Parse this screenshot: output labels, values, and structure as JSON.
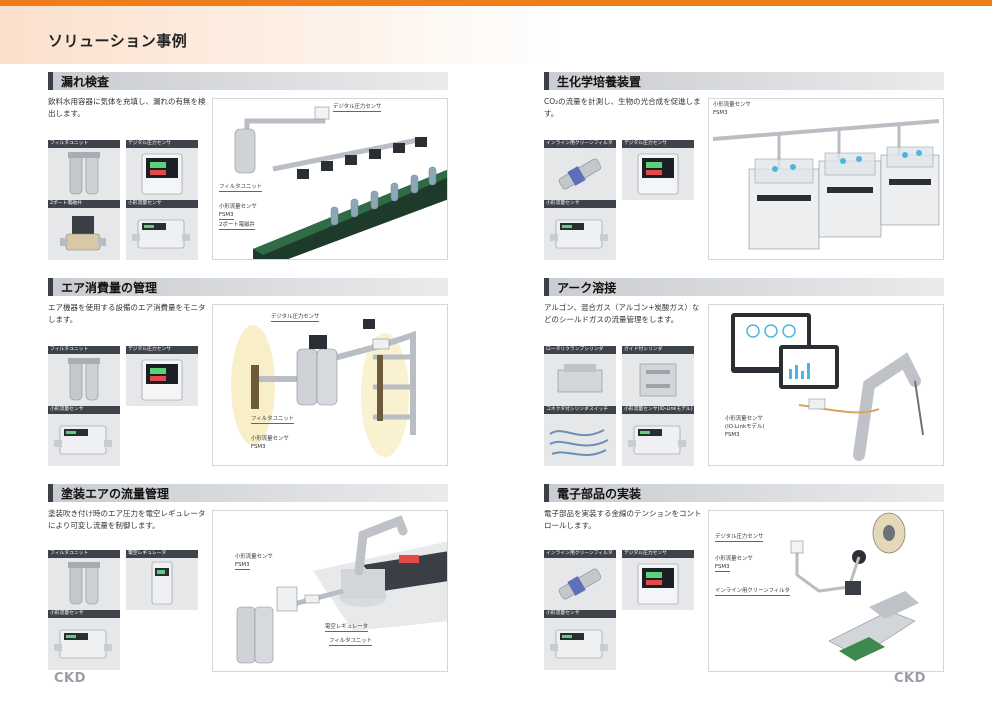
{
  "page": {
    "title": "ソリューション事例",
    "logo_left": "CKD",
    "logo_right": "CKD"
  },
  "colors": {
    "accent": "#ef7d1a",
    "header_bar": "#3a3f46",
    "label_bg": "#3e434b"
  },
  "sections": {
    "s1": {
      "title": "漏れ検査",
      "desc": "飲料水用容器に気体を充填し、漏れの有無を検出します。",
      "products": [
        {
          "label": "フィルタユニット",
          "icon": "filter-unit-icon"
        },
        {
          "label": "デジタル圧力センサ",
          "icon": "pressure-sensor-icon"
        },
        {
          "label": "2ポート電磁弁",
          "icon": "solenoid-valve-icon"
        },
        {
          "label": "小形流量センサ",
          "icon": "flow-sensor-icon"
        }
      ],
      "callouts": {
        "c1": "デジタル圧力センサ",
        "c2": "フィルタユニット",
        "c3": "小形流量センサ",
        "c3b": "FSM3",
        "c4": "2ポート電磁弁"
      }
    },
    "s2": {
      "title": "生化学培養装置",
      "desc": "CO₂の流量を計測し、生物の光合成を促進します。",
      "products": [
        {
          "label": "インライン用クリーンフィルタ",
          "icon": "inline-filter-icon"
        },
        {
          "label": "デジタル圧力センサ",
          "icon": "pressure-sensor-icon"
        },
        {
          "label": "小形流量センサ",
          "icon": "flow-sensor-icon"
        }
      ],
      "callouts": {
        "c1": "小形流量センサ",
        "c1b": "FSM3"
      }
    },
    "s3": {
      "title": "エア消費量の管理",
      "desc": "エア機器を使用する設備のエア消費量をモニタします。",
      "products": [
        {
          "label": "フィルタユニット",
          "icon": "filter-unit-icon"
        },
        {
          "label": "デジタル圧力センサ",
          "icon": "pressure-sensor-icon"
        },
        {
          "label": "小形流量センサ",
          "icon": "flow-sensor-icon"
        }
      ],
      "callouts": {
        "c1": "デジタル圧力センサ",
        "c2": "フィルタユニット",
        "c3": "小形流量センサ",
        "c3b": "FSM3"
      }
    },
    "s4": {
      "title": "アーク溶接",
      "desc": "アルゴン、混合ガス（アルゴン+炭酸ガス）などのシールドガスの流量管理をします。",
      "products": [
        {
          "label": "ロータリクランプシリンダ",
          "icon": "clamp-cylinder-icon"
        },
        {
          "label": "ガイド付シリンダ",
          "icon": "guided-cylinder-icon"
        },
        {
          "label": "コネクタ付シリンダスイッチ",
          "icon": "cylinder-switch-icon"
        },
        {
          "label": "小形流量センサ(IO-Linkモデル)",
          "icon": "flow-sensor-icon"
        }
      ],
      "callouts": {
        "c1": "小形流量センサ",
        "c1b": "(IO-Linkモデル)",
        "c1c": "FSM3"
      }
    },
    "s5": {
      "title": "塗装エアの流量管理",
      "desc": "塗装吹き付け時のエア圧力を電空レギュレータにより可変し流量を制御します。",
      "products": [
        {
          "label": "フィルタユニット",
          "icon": "filter-unit-icon"
        },
        {
          "label": "電空レギュレータ",
          "icon": "e-p-regulator-icon"
        },
        {
          "label": "小形流量センサ",
          "icon": "flow-sensor-icon"
        }
      ],
      "callouts": {
        "c1": "小形流量センサ",
        "c1b": "FSM3",
        "c2": "電空レギュレータ",
        "c3": "フィルタユニット"
      }
    },
    "s6": {
      "title": "電子部品の実装",
      "desc": "電子部品を実装する金線のテンションをコントロールします。",
      "products": [
        {
          "label": "インライン用クリーンフィルタ",
          "icon": "inline-filter-icon"
        },
        {
          "label": "デジタル圧力センサ",
          "icon": "pressure-sensor-icon"
        },
        {
          "label": "小形流量センサ",
          "icon": "flow-sensor-icon"
        }
      ],
      "callouts": {
        "c1": "デジタル圧力センサ",
        "c2": "小形流量センサ",
        "c2b": "FSM3",
        "c3": "インライン用クリーンフィルタ"
      }
    }
  }
}
